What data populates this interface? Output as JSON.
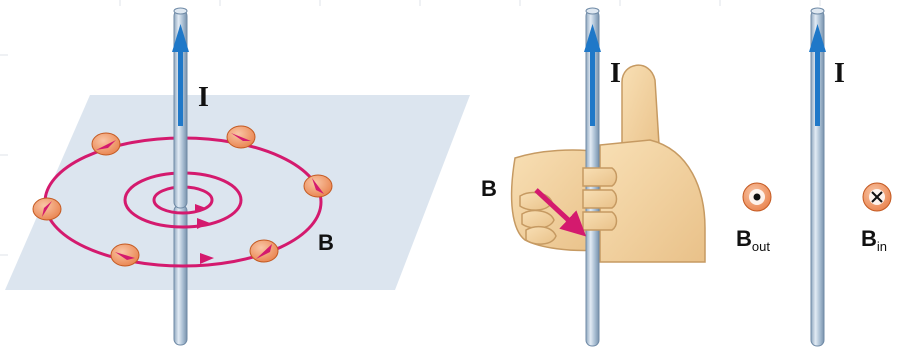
{
  "figure": {
    "panel_left": {
      "current_label": "I",
      "field_label": "B"
    },
    "panel_middle": {
      "current_label": "I",
      "field_label": "B"
    },
    "panel_right": {
      "current_label": "I",
      "field_out_label": "B",
      "field_out_subscript": "out",
      "field_in_label": "B",
      "field_in_subscript": "in"
    }
  },
  "colors": {
    "wire_body": "#a9bfd3",
    "wire_edge": "#6f8aa6",
    "current_arrow": "#1f78c8",
    "field_line": "#d41a6e",
    "compass": "#f29a6a",
    "plane": "#d6e0ec",
    "hand": "#f4d3a1"
  },
  "icons": {
    "dot": "dot-symbol-icon",
    "cross": "cross-symbol-icon"
  }
}
